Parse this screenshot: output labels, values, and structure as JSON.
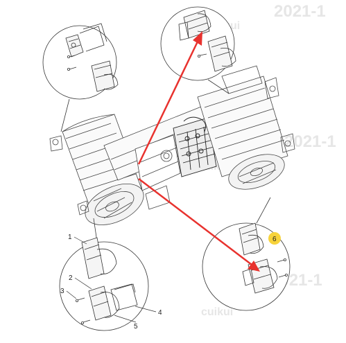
{
  "watermarks": {
    "top": "2021-1",
    "top_brand": "cuikui",
    "right_mid": "2021-1",
    "mid_brand": "cuikui",
    "bottom_right": "2021-1",
    "bottom_brand": "cuikui"
  },
  "callouts": {
    "c1": "1",
    "c2": "2",
    "c3": "3",
    "c4": "4",
    "c5": "5",
    "c6": "6"
  },
  "colors": {
    "line": "#333333",
    "arrow": "#e8322e",
    "highlight": "#f7d33b",
    "watermark": "#e6e6e6"
  }
}
